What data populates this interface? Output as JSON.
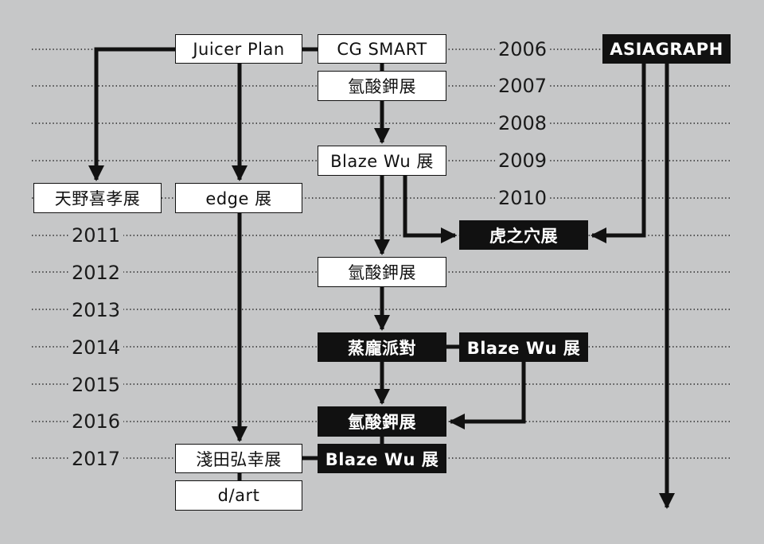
{
  "years": [
    {
      "id": "y2006",
      "label": "2006"
    },
    {
      "id": "y2007",
      "label": "2007"
    },
    {
      "id": "y2008",
      "label": "2008"
    },
    {
      "id": "y2009",
      "label": "2009"
    },
    {
      "id": "y2010",
      "label": "2010"
    },
    {
      "id": "y2011",
      "label": "2011"
    },
    {
      "id": "y2012",
      "label": "2012"
    },
    {
      "id": "y2013",
      "label": "2013"
    },
    {
      "id": "y2014",
      "label": "2014"
    },
    {
      "id": "y2015",
      "label": "2015"
    },
    {
      "id": "y2016",
      "label": "2016"
    },
    {
      "id": "y2017",
      "label": "2017"
    }
  ],
  "nodes": {
    "juicer_plan": {
      "label": "Juicer Plan",
      "style": "white"
    },
    "cg_smart": {
      "label": "CG SMART",
      "style": "white"
    },
    "asiagraph": {
      "label": "ASIAGRAPH",
      "style": "black"
    },
    "hydrogen_2007": {
      "label": "氫酸鉀展",
      "style": "white"
    },
    "blaze_wu_2009": {
      "label": "Blaze Wu 展",
      "style": "white"
    },
    "amano_yoshitaka": {
      "label": "天野喜孝展",
      "style": "white"
    },
    "edge": {
      "label": "edge 展",
      "style": "white"
    },
    "tiger_den": {
      "label": "虎之穴展",
      "style": "black"
    },
    "hydrogen_2012": {
      "label": "氫酸鉀展",
      "style": "white"
    },
    "steam_party": {
      "label": "蒸龐派對",
      "style": "black"
    },
    "blaze_wu_2014": {
      "label": "Blaze Wu 展",
      "style": "black"
    },
    "hydrogen_2016": {
      "label": "氫酸鉀展",
      "style": "black"
    },
    "asada_hiroyuki": {
      "label": "淺田弘幸展",
      "style": "white"
    },
    "blaze_wu_2017": {
      "label": "Blaze Wu 展",
      "style": "black"
    },
    "d_art": {
      "label": "d/art",
      "style": "white"
    }
  }
}
